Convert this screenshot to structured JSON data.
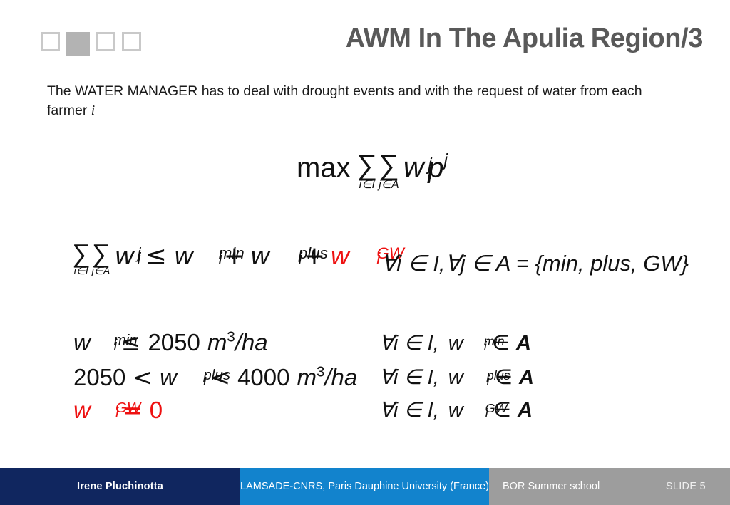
{
  "slide": {
    "title": "AWM In The Apulia Region/3",
    "title_color": "#595959",
    "background": "#ffffff",
    "accent_red": "#ee1111",
    "lead_text_part1": "The WATER MANAGER has to deal with drought events and with the request of water from each farmer ",
    "lead_text_italic": "i"
  },
  "decorations": {
    "squares": [
      {
        "name": "square-1",
        "filled": false
      },
      {
        "name": "square-2",
        "filled": true
      },
      {
        "name": "square-3",
        "filled": false
      },
      {
        "name": "square-4",
        "filled": false
      }
    ],
    "outline_color": "#c9c9c9",
    "fill_color": "#b3b3b3"
  },
  "equations": {
    "objective": {
      "operator": "max",
      "sum1_symbol": "∑",
      "sum1_limit": "i∈I",
      "sum2_symbol": "∑",
      "sum2_limit": "j∈A",
      "var_w": "w",
      "var_w_sub": "i",
      "var_w_sup": "j",
      "var_p": "p",
      "var_p_sup": "j"
    },
    "constraint_sum": {
      "sum1_symbol": "∑",
      "sum1_limit": "i∈I",
      "sum2_symbol": "∑",
      "sum2_limit": "j∈A",
      "lhs_w": "w",
      "lhs_sub": "i",
      "lhs_sup": "j",
      "relation": "≤",
      "term1_w": "w",
      "term1_sub": "i",
      "term1_sup": "min",
      "plus1": "+",
      "term2_w": "w",
      "term2_sub": "i",
      "term2_sup": "plus",
      "plus2": "+",
      "term3_w": "w",
      "term3_sub": "i",
      "term3_sup": "GW",
      "term3_color": "#ee1111",
      "qualifier": "∀i ∈ I,∀j ∈ A = {min, plus, GW}"
    },
    "bounds": [
      {
        "name": "bound-min",
        "w": "w",
        "sub": "i",
        "sup": "min",
        "relation": "≤",
        "value": "2050",
        "unit_base": "m",
        "unit_exp": "3",
        "unit_den": "/ha",
        "color": "#111111",
        "forall": "∀i ∈ I,",
        "forall_w": "w",
        "forall_sub": "i",
        "forall_sup": "min",
        "forall_rel": "∈",
        "forall_set": "A"
      },
      {
        "name": "bound-plus",
        "lower": "2050",
        "rel_lower": "<",
        "w": "w",
        "sub": "i",
        "sup": "plus",
        "rel_upper": "<",
        "value": "4000",
        "unit_base": "m",
        "unit_exp": "3",
        "unit_den": "/ha",
        "color": "#111111",
        "forall": "∀i ∈ I,",
        "forall_w": "w",
        "forall_sub": "i",
        "forall_sup": "plus",
        "forall_rel": "∈",
        "forall_set": "A"
      },
      {
        "name": "bound-gw",
        "w": "w",
        "sub": "i",
        "sup": "GW",
        "relation": "=",
        "value": "0",
        "color": "#ee1111",
        "forall": "∀i ∈ I,",
        "forall_w": "w",
        "forall_sub": "i",
        "forall_sup": "GW",
        "forall_rel": "∈",
        "forall_set": "A"
      }
    ]
  },
  "footer": {
    "author": "Irene  Pluchinotta",
    "author_bg": "#10265f",
    "affiliation": "LAMSADE-CNRS, Paris Dauphine University (France)",
    "affiliation_bg": "#1283cd",
    "event": "BOR Summer school",
    "slide_number": "SLIDE 5",
    "right_bg": "#9d9d9d"
  }
}
